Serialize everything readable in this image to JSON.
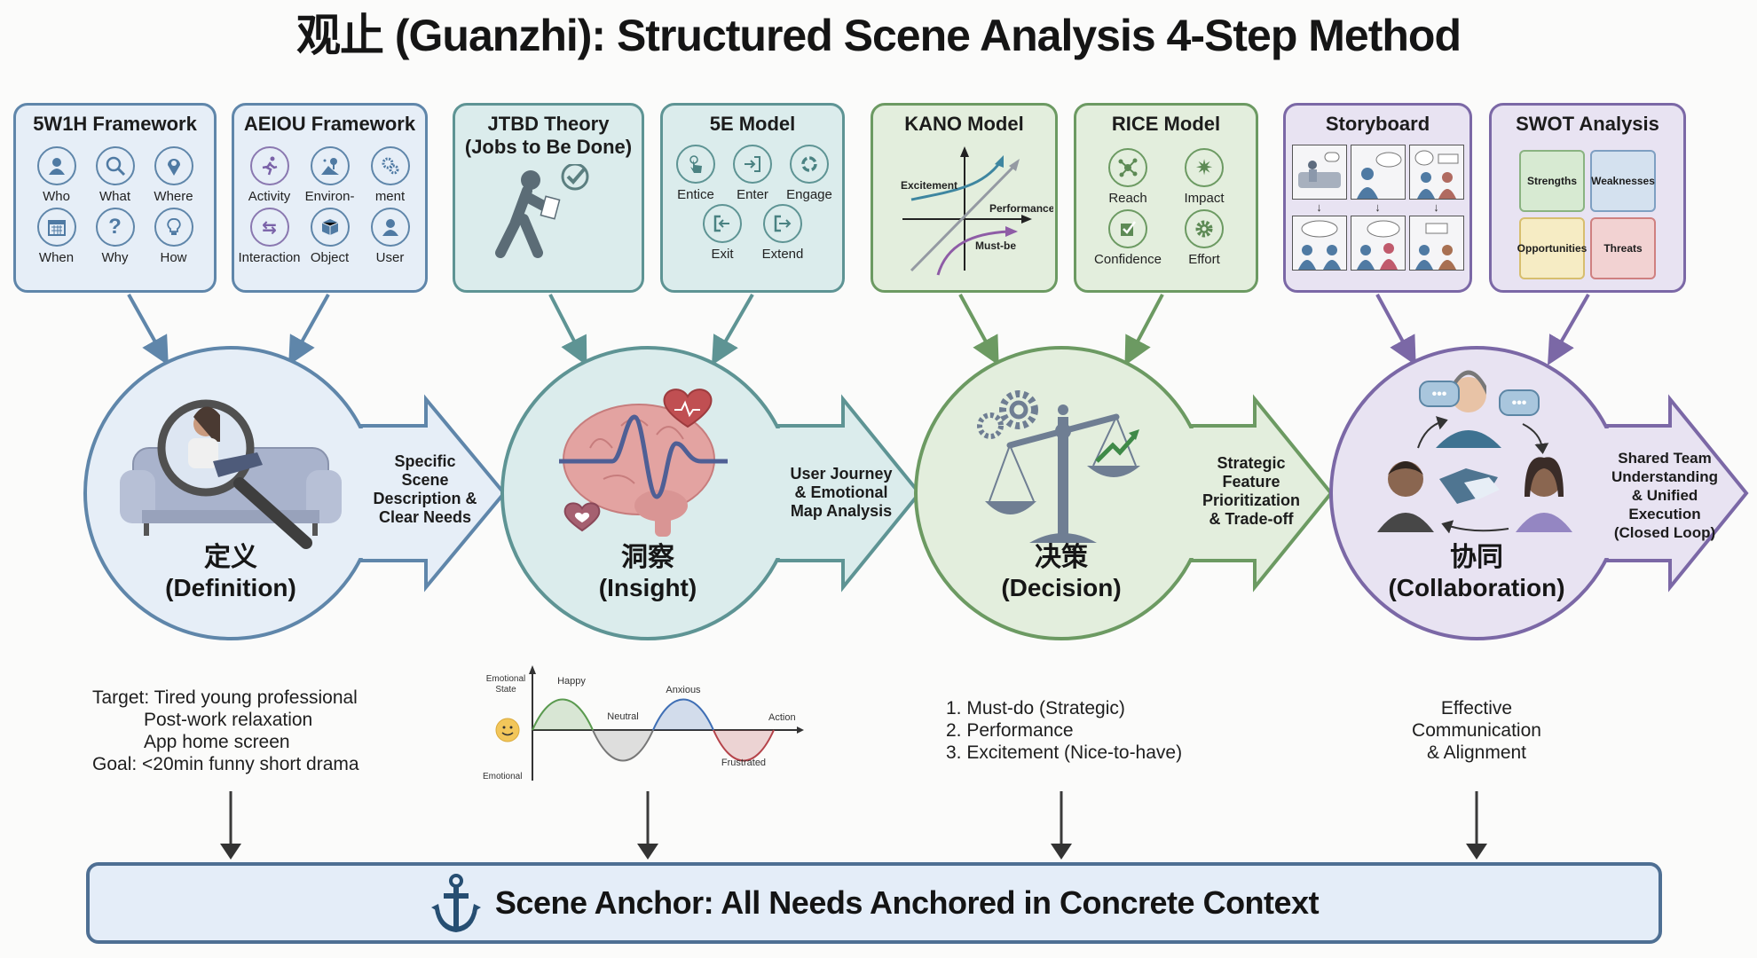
{
  "title": "观止 (Guanzhi): Structured Scene Analysis 4-Step Method",
  "colors": {
    "definition": "#5f86aa",
    "insight": "#5e9494",
    "decision": "#6c9a62",
    "collaboration": "#7b68a6",
    "anchor_border": "#4e6f93"
  },
  "frameworks": [
    {
      "name": "5W1H Framework",
      "stage": "definition",
      "items": [
        {
          "label": "Who",
          "icon": "person-icon"
        },
        {
          "label": "What",
          "icon": "magnifier-icon"
        },
        {
          "label": "Where",
          "icon": "location-pin-icon"
        },
        {
          "label": "When",
          "icon": "calendar-icon"
        },
        {
          "label": "Why",
          "icon": "question-mark-icon"
        },
        {
          "label": "How",
          "icon": "lightbulb-icon"
        }
      ]
    },
    {
      "name": "AEIOU Framework",
      "stage": "definition",
      "items": [
        {
          "label": "Activity",
          "icon": "running-person-icon"
        },
        {
          "label": "Environ-",
          "icon": "landscape-icon"
        },
        {
          "label": "ment",
          "icon": "gears-icon"
        },
        {
          "label": "Interaction",
          "icon": "exchange-arrows-icon"
        },
        {
          "label": "Object",
          "icon": "box-icon"
        },
        {
          "label": "User",
          "icon": "person-icon"
        }
      ]
    },
    {
      "name": "JTBD Theory\n(Jobs to Be Done)",
      "stage": "insight",
      "illustration": "walking-person-with-checkmark"
    },
    {
      "name": "5E Model",
      "stage": "insight",
      "items": [
        {
          "label": "Entice",
          "icon": "tap-hand-icon"
        },
        {
          "label": "Enter",
          "icon": "enter-icon"
        },
        {
          "label": "Engage",
          "icon": "cycle-icon"
        },
        {
          "label": "Exit",
          "icon": "exit-icon"
        },
        {
          "label": "Extend",
          "icon": "extend-icon"
        }
      ]
    },
    {
      "name": "KANO Model",
      "stage": "decision",
      "curves": [
        "Excitement",
        "Performance",
        "Must-be"
      ]
    },
    {
      "name": "RICE Model",
      "stage": "decision",
      "items": [
        {
          "label": "Reach",
          "icon": "network-icon"
        },
        {
          "label": "Impact",
          "icon": "burst-icon"
        },
        {
          "label": "Confidence",
          "icon": "checkbox-icon"
        },
        {
          "label": "Effort",
          "icon": "gear-icon"
        }
      ]
    },
    {
      "name": "Storyboard",
      "stage": "collaboration",
      "panels": 6
    },
    {
      "name": "SWOT Analysis",
      "stage": "collaboration",
      "quadrants": [
        "Strengths",
        "Weaknesses",
        "Opportunities",
        "Threats"
      ]
    }
  ],
  "steps": [
    {
      "zh": "定义",
      "en": "(Definition)",
      "output": "Specific\nScene\nDescription &\nClear Needs",
      "illustration": "person-on-sofa-magnifier"
    },
    {
      "zh": "洞察",
      "en": "(Insight)",
      "output": "User Journey\n& Emotional\nMap Analysis",
      "illustration": "brain-heartbeat"
    },
    {
      "zh": "决策",
      "en": "(Decision)",
      "output": "Strategic\nFeature\nPrioritization\n& Trade-off",
      "illustration": "balance-scale-gears"
    },
    {
      "zh": "协同",
      "en": "(Collaboration)",
      "output": "Shared Team\nUnderstanding\n& Unified\nExecution\n(Closed Loop)",
      "illustration": "team-handshake"
    }
  ],
  "notes": {
    "definition": [
      "Target: Tired young professional",
      "Post-work relaxation",
      "App home screen",
      "Goal: <20min funny short drama"
    ],
    "decision": [
      "1. Must-do (Strategic)",
      "2. Performance",
      "3. Excitement (Nice-to-have)"
    ],
    "collaboration": [
      "Effective",
      "Communication",
      "& Alignment"
    ]
  },
  "emotion_map": {
    "y_label_top": "Emotional\nState",
    "y_label_bottom": "Emotional",
    "x_label": "Action",
    "phases": [
      {
        "label": "Happy",
        "value": 1,
        "color": "#5a9a4f"
      },
      {
        "label": "Neutral",
        "value": -1,
        "color": "#777777"
      },
      {
        "label": "Anxious",
        "value": 1,
        "color": "#3f6fb5"
      },
      {
        "label": "Frustrated",
        "value": -1,
        "color": "#b5434a"
      }
    ]
  },
  "anchor": {
    "label": "Scene Anchor: All Needs Anchored in Concrete Context"
  }
}
